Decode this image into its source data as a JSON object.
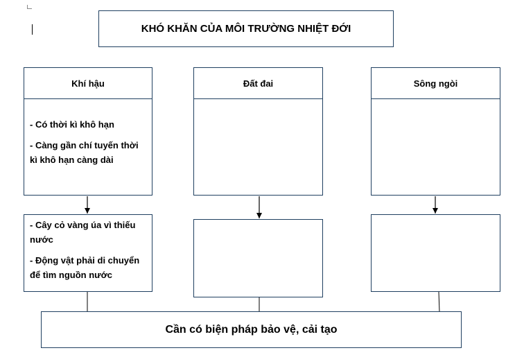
{
  "title": "KHÓ KHĂN CỦA MÔI TRƯỜNG NHIỆT ĐỚI",
  "columns": [
    {
      "heading": "Khí hậu",
      "upper_items": [
        "- Có thời kì khô hạn",
        "- Càng gần chí tuyến thời kì khô hạn càng dài"
      ],
      "lower_items": [
        "- Cây cỏ vàng úa vì thiếu nước",
        "- Động vật phải di chuyển để tìm nguồn nước"
      ]
    },
    {
      "heading": "Đất đai",
      "upper_items": [],
      "lower_items": []
    },
    {
      "heading": "Sông ngòi",
      "upper_items": [],
      "lower_items": []
    }
  ],
  "conclusion": "Cần có biện pháp bảo vệ, cải tạo"
}
